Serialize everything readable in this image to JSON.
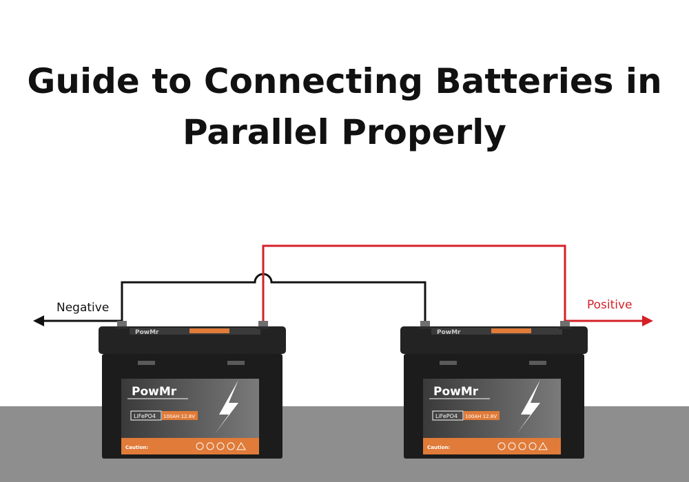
{
  "title": {
    "line1": "Guide to Connecting Batteries in",
    "line2": "Parallel Properly"
  },
  "labels": {
    "negative": "Negative",
    "positive": "Positive"
  },
  "battery": {
    "brand": "PowMr",
    "chemistry": "LiFePO4",
    "rating": "100AH 12.8V",
    "caution": "Caution:"
  },
  "colors": {
    "negative_wire": "#111111",
    "positive_wire": "#d42027",
    "battery_body": "#1c1c1c",
    "accent": "#e07b39"
  }
}
